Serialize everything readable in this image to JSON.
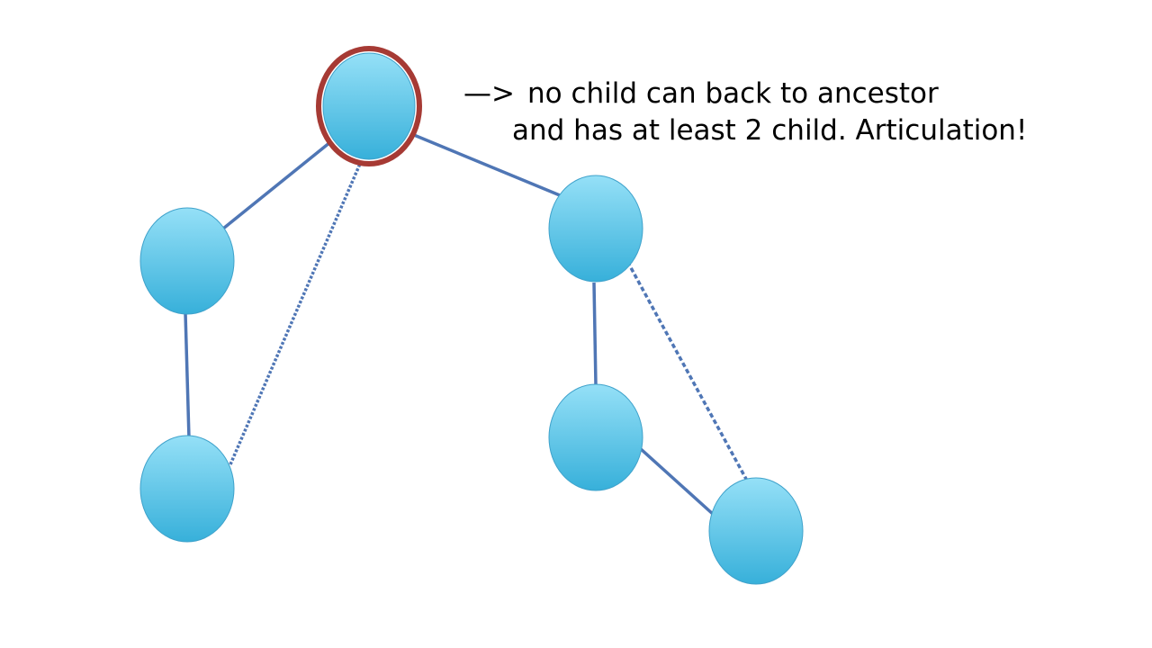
{
  "annotation": {
    "arrow": "—>",
    "line1": "no child can back to ancestor",
    "line2": "and has at least 2 child. Articulation!"
  },
  "colors": {
    "edge": "#4f76b5",
    "node_fill_top": "#8fdcf5",
    "node_fill_bottom": "#3ab3dc",
    "node_stroke": "#3fa2cb",
    "articulation_ring": "#a63a34"
  },
  "graph": {
    "nodes": [
      {
        "id": "root",
        "articulation": true
      },
      {
        "id": "left-child"
      },
      {
        "id": "left-grandchild"
      },
      {
        "id": "right-child"
      },
      {
        "id": "right-grandchild"
      },
      {
        "id": "right-great-grandchild"
      }
    ],
    "edges": [
      {
        "from": "root",
        "to": "left-child",
        "kind": "tree"
      },
      {
        "from": "left-child",
        "to": "left-grandchild",
        "kind": "tree"
      },
      {
        "from": "left-grandchild",
        "to": "root",
        "kind": "back"
      },
      {
        "from": "root",
        "to": "right-child",
        "kind": "tree"
      },
      {
        "from": "right-child",
        "to": "right-grandchild",
        "kind": "tree"
      },
      {
        "from": "right-grandchild",
        "to": "right-great-grandchild",
        "kind": "tree"
      },
      {
        "from": "right-great-grandchild",
        "to": "right-child",
        "kind": "back"
      }
    ]
  }
}
